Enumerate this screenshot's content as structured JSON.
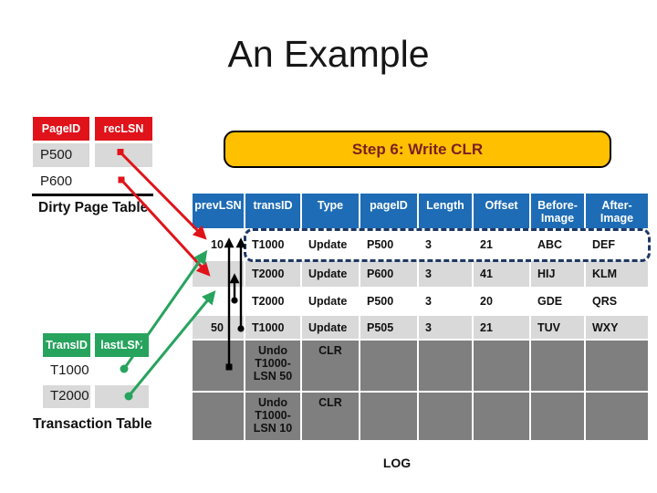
{
  "title": "An Example",
  "banner": {
    "label": "Step 6: Write CLR",
    "bg_color": "#FFC000",
    "text_color": "#7A1F1F"
  },
  "dirty_page_table": {
    "label": "Dirty Page Table",
    "headers": [
      "PageID",
      "recLSN"
    ],
    "header_color": "#E0131A",
    "rows": [
      {
        "page_id": "P500",
        "rec_lsn": "",
        "shade": "light"
      },
      {
        "page_id": "P600",
        "rec_lsn": "",
        "shade": "white"
      }
    ]
  },
  "transaction_table": {
    "label": "Transaction Table",
    "headers": [
      "TransID",
      "lastLSN"
    ],
    "header_color": "#27A35D",
    "rows": [
      {
        "trans_id": "T1000",
        "last_lsn": "",
        "shade": "white"
      },
      {
        "trans_id": "T2000",
        "last_lsn": "",
        "shade": "light"
      }
    ]
  },
  "log_table": {
    "caption": "LOG",
    "headers": [
      "prevLSN",
      "transID",
      "Type",
      "pageID",
      "Length",
      "Offset",
      "Before-Image",
      "After-Image"
    ],
    "header_color": "#1E6CB5",
    "rows": [
      {
        "prevLSN": "10",
        "transID": "T1000",
        "type": "Update",
        "pageID": "P500",
        "length": "3",
        "offset": "21",
        "before": "ABC",
        "after": "DEF",
        "shade": "white",
        "highlighted": true
      },
      {
        "prevLSN": "",
        "transID": "T2000",
        "type": "Update",
        "pageID": "P600",
        "length": "3",
        "offset": "41",
        "before": "HIJ",
        "after": "KLM",
        "shade": "light",
        "highlighted": false
      },
      {
        "prevLSN": "",
        "transID": "T2000",
        "type": "Update",
        "pageID": "P500",
        "length": "3",
        "offset": "20",
        "before": "GDE",
        "after": "QRS",
        "shade": "white",
        "highlighted": false
      },
      {
        "prevLSN": "50",
        "transID": "T1000",
        "type": "Update",
        "pageID": "P505",
        "length": "3",
        "offset": "21",
        "before": "TUV",
        "after": "WXY",
        "shade": "light",
        "highlighted": false
      },
      {
        "prevLSN": "",
        "transID": "Undo T1000-LSN 50",
        "type": "CLR",
        "pageID": "",
        "length": "",
        "offset": "",
        "before": "",
        "after": "",
        "shade": "dark",
        "highlighted": false
      },
      {
        "prevLSN": "",
        "transID": "Undo T1000-LSN 10",
        "type": "CLR",
        "pageID": "",
        "length": "",
        "offset": "",
        "before": "",
        "after": "",
        "shade": "dark",
        "highlighted": false
      }
    ]
  },
  "arrows": {
    "red_color": "#E0131A",
    "green_color": "#27A35D",
    "black_color": "#000000",
    "items": [
      {
        "name": "p500-reclsn-pointer-arrow",
        "color": "red"
      },
      {
        "name": "p600-reclsn-pointer-arrow",
        "color": "red"
      },
      {
        "name": "t1000-lastlsn-pointer-arrow",
        "color": "green"
      },
      {
        "name": "t2000-lastlsn-pointer-arrow",
        "color": "green"
      },
      {
        "name": "prevlsn-chain-arrow-long-1",
        "color": "black"
      },
      {
        "name": "prevlsn-chain-arrow-long-2",
        "color": "black"
      },
      {
        "name": "prevlsn-chain-arrow-short",
        "color": "black"
      }
    ]
  },
  "colors": {
    "row_light_gray": "#D9D9D9",
    "row_dark_gray": "#7F7F7F",
    "dashed_outline_navy": "#1F3864",
    "header_blue": "#1E6CB5",
    "header_red": "#E0131A",
    "header_green": "#27A35D",
    "banner_gold": "#FFC000"
  }
}
